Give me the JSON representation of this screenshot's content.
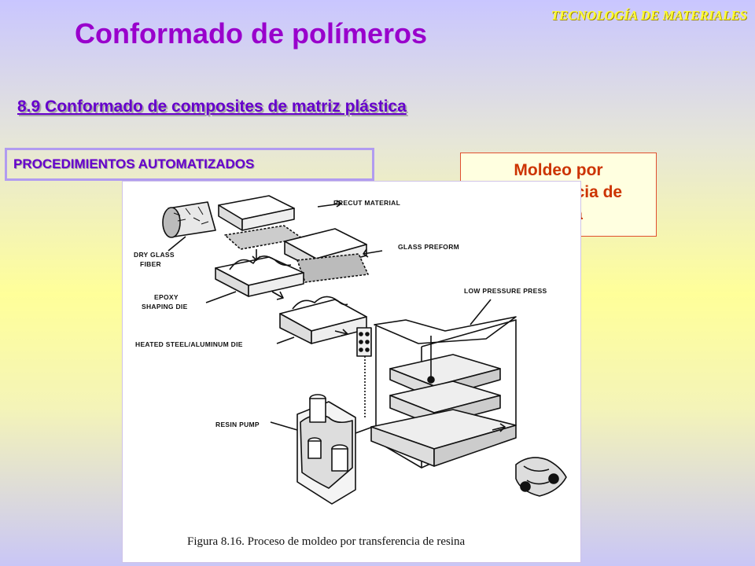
{
  "header": {
    "tag": "TECNOLOGÍA DE MATERIALES"
  },
  "title": "Conformado de polímeros",
  "section_heading": "8.9 Conformado de composites de matriz plástica",
  "procedures_label": "PROCEDIMIENTOS AUTOMATIZADOS",
  "process_box": {
    "line1": "Moldeo por",
    "line2": "transferencia de",
    "line3": "resina"
  },
  "figure": {
    "labels": {
      "precut": "PRECUT  MATERIAL",
      "dry_glass": "DRY GLASS",
      "fiber": "FIBER",
      "glass_preform": "GLASS PREFORM",
      "low_pressure": "LOW PRESSURE PRESS",
      "epoxy": "EPOXY",
      "shaping_die": "SHAPING DIE",
      "heated_die": "HEATED STEEL/ALUMINUM DIE",
      "resin_pump": "RESIN PUMP"
    },
    "caption": "Figura 8.16. Proceso de moldeo por transferencia de resina"
  }
}
